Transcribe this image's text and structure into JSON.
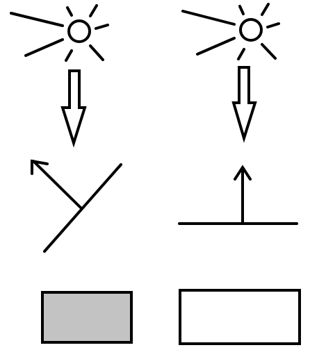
{
  "colors": {
    "stroke": "#000000",
    "background": "#ffffff",
    "absorbing_fill": "#c3c3c3",
    "reflecting_fill": "#ffffff"
  },
  "panels": [
    {
      "id": "left",
      "sun_icon": "sun-icon",
      "incoming_arrow_icon": "hollow-down-arrow-icon",
      "surface": "tilted",
      "outgoing_arrow_icon": "angled-arrow-icon",
      "swatch_icon": "gray-rectangle-icon"
    },
    {
      "id": "right",
      "sun_icon": "sun-icon",
      "incoming_arrow_icon": "hollow-down-arrow-icon",
      "surface": "flat",
      "outgoing_arrow_icon": "up-arrow-icon",
      "swatch_icon": "white-rectangle-icon"
    }
  ]
}
